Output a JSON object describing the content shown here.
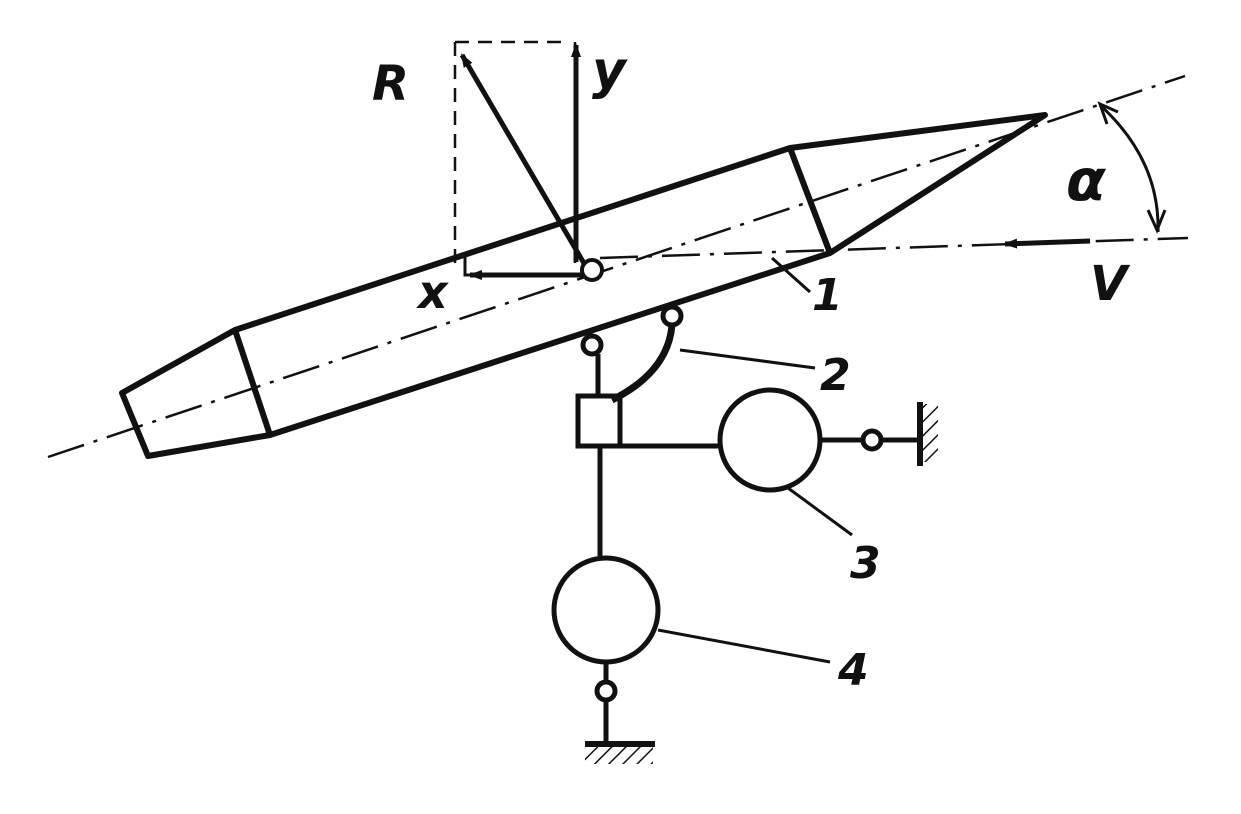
{
  "labels": {
    "resultant_force": "R",
    "lift_axis": "y",
    "drag_axis": "x",
    "velocity": "V",
    "angle_of_attack": "α",
    "part_1": "1",
    "part_2": "2",
    "part_3": "3",
    "part_4": "4"
  },
  "colors": {
    "ink": "#111111",
    "background": "#ffffff"
  }
}
